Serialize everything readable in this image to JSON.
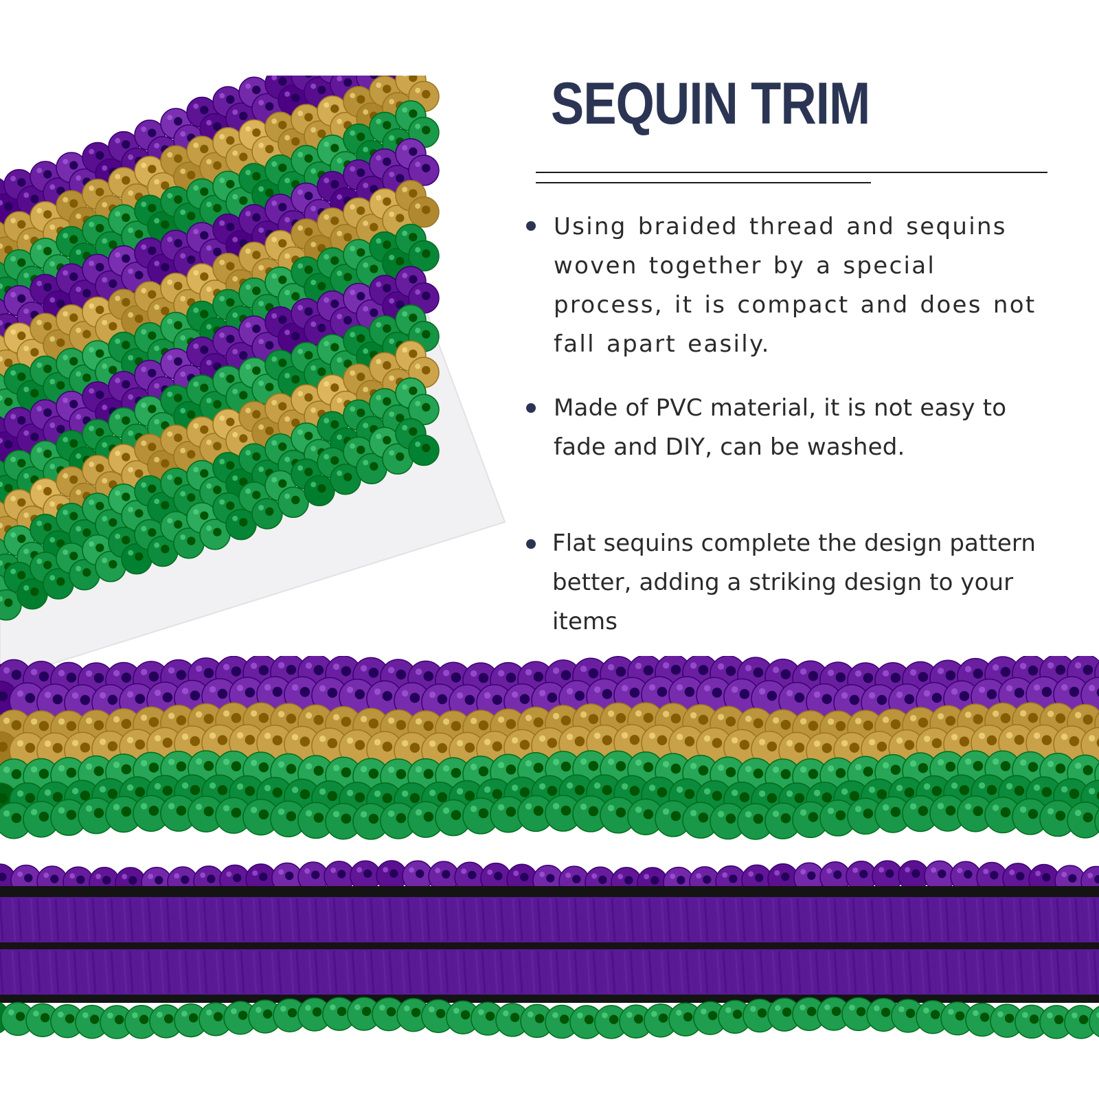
{
  "heading": {
    "title": "SEQUIN TRIM"
  },
  "features": [
    {
      "text": "Using braided thread and sequins woven together by a special process, it is compact and does not fall apart easily."
    },
    {
      "text": "Made of PVC material, it is not easy to fade and DIY, can be washed."
    },
    {
      "text": "Flat sequins complete the design pattern better, adding a striking design to your items"
    }
  ],
  "colors": {
    "title": "#2b3553",
    "bullet": "#2b3553",
    "purple": "#6a1fa0",
    "gold": "#c9a24a",
    "green": "#1a9a4a",
    "band_purple": "#5a1a96",
    "band_black": "#141414"
  },
  "images": [
    {
      "icon": "sequin-trim-roll",
      "colors": [
        "purple",
        "gold",
        "green"
      ]
    },
    {
      "icon": "sequin-trim-front",
      "colors": [
        "purple",
        "gold",
        "green"
      ]
    },
    {
      "icon": "sequin-trim-back",
      "colors": [
        "purple",
        "black",
        "green"
      ]
    }
  ]
}
